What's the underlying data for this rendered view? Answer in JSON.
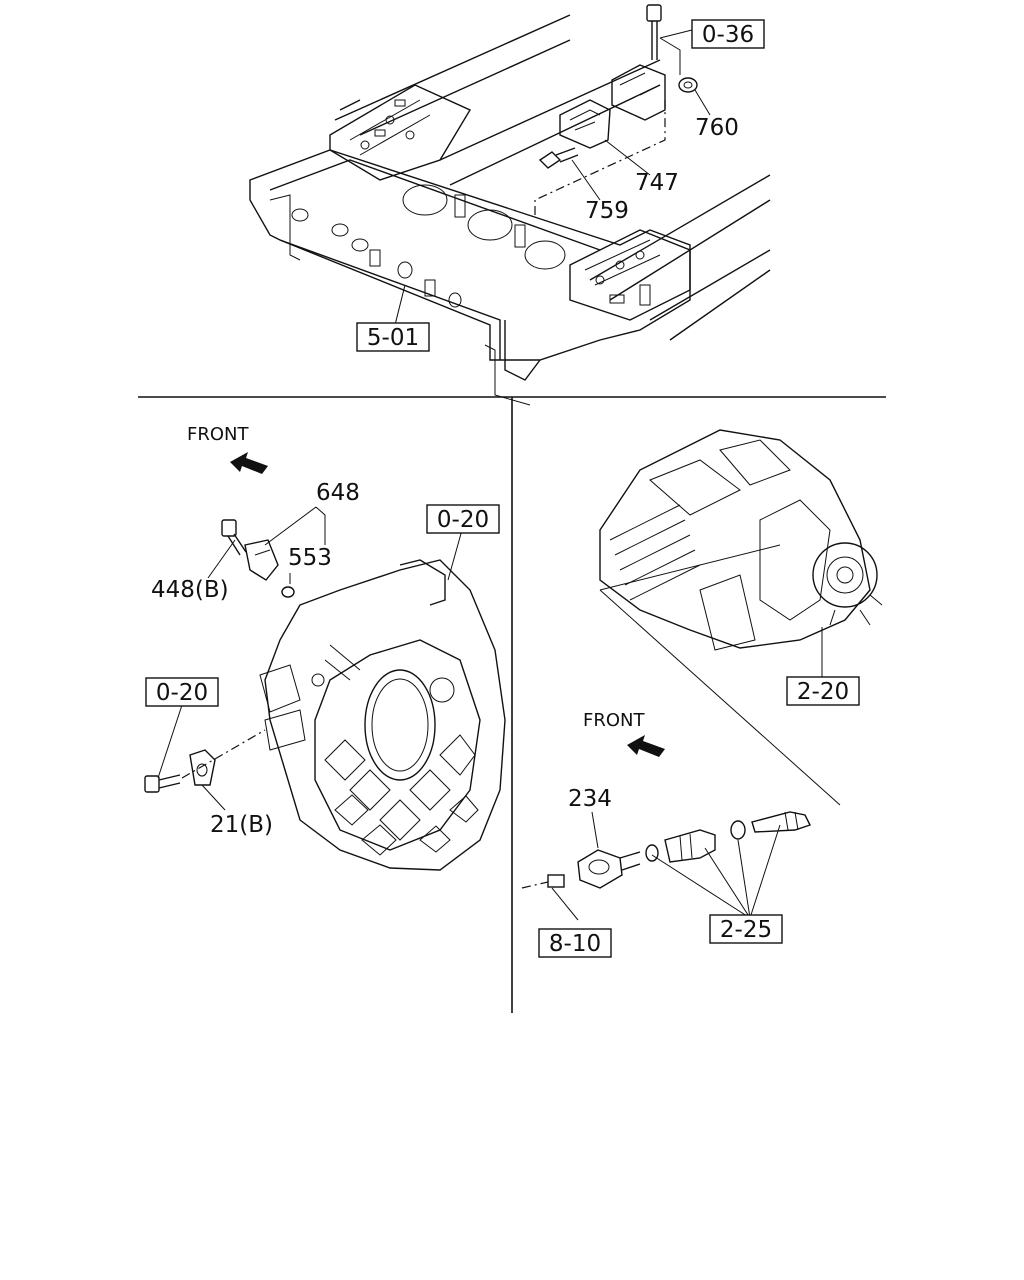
{
  "top_panel": {
    "ref_box_frame": "5-01",
    "ref_box_bolt": "0-36",
    "part_760": "760",
    "part_747": "747",
    "part_759": "759"
  },
  "left_panel": {
    "front_label": "FRONT",
    "part_648": "648",
    "part_553": "553",
    "part_448b": "448(B)",
    "ref_box_housing": "0-20",
    "ref_box_bolt": "0-20",
    "part_21b": "21(B)"
  },
  "right_panel": {
    "front_label": "FRONT",
    "ref_box_transmission": "2-20",
    "part_234": "234",
    "ref_box_connector": "8-10",
    "ref_box_gear": "2-25"
  }
}
